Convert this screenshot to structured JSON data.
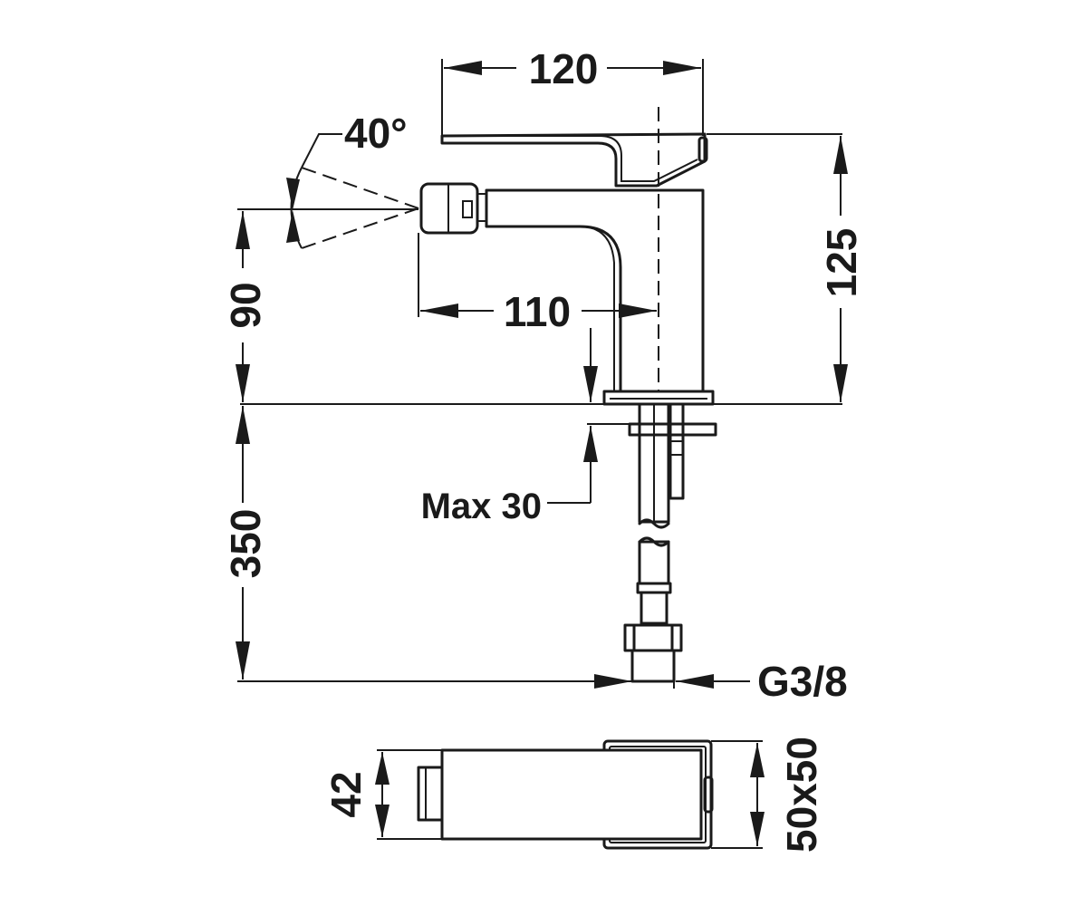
{
  "dimensions": {
    "handle_reach": "120",
    "tilt_angle": "40°",
    "spout_reach": "110",
    "spout_height": "90",
    "total_height": "125",
    "hose_length": "350",
    "deck_thickness": "Max 30",
    "connection_thread": "G3/8",
    "top_depth": "42",
    "base_size": "50x50"
  }
}
